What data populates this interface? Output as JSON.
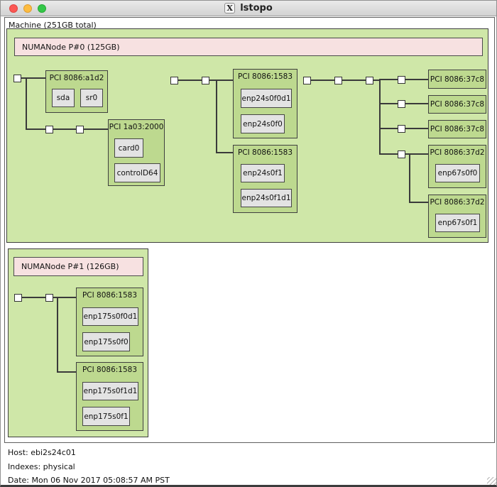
{
  "window": {
    "title": "lstopo",
    "icon_glyph": "X"
  },
  "machine": {
    "label": "Machine (251GB total)"
  },
  "numa0": {
    "label": "NUMANode P#0 (125GB)",
    "pci": [
      {
        "label": "PCI 8086:a1d2",
        "devices": [
          "sda",
          "sr0"
        ]
      },
      {
        "label": "PCI 1a03:2000",
        "devices": [
          "card0",
          "controlD64"
        ]
      },
      {
        "label": "PCI 8086:1583",
        "devices": [
          "enp24s0f0d1",
          "enp24s0f0"
        ]
      },
      {
        "label": "PCI 8086:1583",
        "devices": [
          "enp24s0f1",
          "enp24s0f1d1"
        ]
      },
      {
        "label": "PCI 8086:37c8"
      },
      {
        "label": "PCI 8086:37c8"
      },
      {
        "label": "PCI 8086:37c8"
      },
      {
        "label": "PCI 8086:37d2",
        "devices": [
          "enp67s0f0"
        ]
      },
      {
        "label": "PCI 8086:37d2",
        "devices": [
          "enp67s0f1"
        ]
      }
    ]
  },
  "numa1": {
    "label": "NUMANode P#1 (126GB)",
    "pci": [
      {
        "label": "PCI 8086:1583",
        "devices": [
          "enp175s0f0d1",
          "enp175s0f0"
        ]
      },
      {
        "label": "PCI 8086:1583",
        "devices": [
          "enp175s0f1d1",
          "enp175s0f1"
        ]
      }
    ]
  },
  "legend": {
    "host": "Host: ebi2s24c01",
    "indexes": "Indexes: physical",
    "date": "Date: Mon 06 Nov 2017 05:08:57 AM PST"
  },
  "colors": {
    "numa_bg": "#cfe7a8",
    "pci_bg": "#bdd98f",
    "numa_label_bg": "#f7e1e1",
    "device_bg": "#e3e3e3",
    "traffic_red": "#fc5753",
    "traffic_yellow": "#fdbc40",
    "traffic_green": "#33c748"
  }
}
